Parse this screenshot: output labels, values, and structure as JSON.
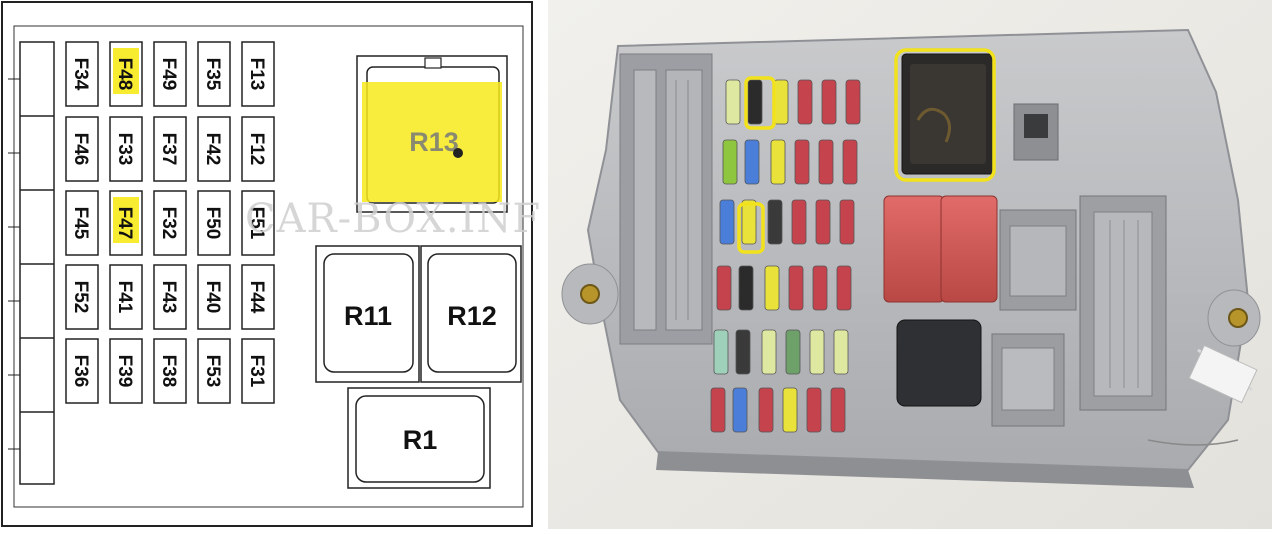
{
  "diagram": {
    "fuse_rows": [
      [
        "F34",
        "F48",
        "F49",
        "F35",
        "F13"
      ],
      [
        "F46",
        "F33",
        "F37",
        "F42",
        "F12"
      ],
      [
        "F45",
        "F47",
        "F32",
        "F50",
        "F51"
      ],
      [
        "F52",
        "F41",
        "F43",
        "F40",
        "F44"
      ],
      [
        "F36",
        "F39",
        "F38",
        "F53",
        "F31"
      ]
    ],
    "highlighted_fuses": [
      "F48",
      "F47"
    ],
    "relays": {
      "r13": "R13",
      "r11": "R11",
      "r12": "R12",
      "r1": "R1"
    },
    "highlighted_relays": [
      "R13"
    ],
    "watermark": "CAR-BOX.INFO",
    "highlight_color": "#f7ea1a"
  },
  "photo": {
    "highlight_color": "#f2e21c"
  }
}
